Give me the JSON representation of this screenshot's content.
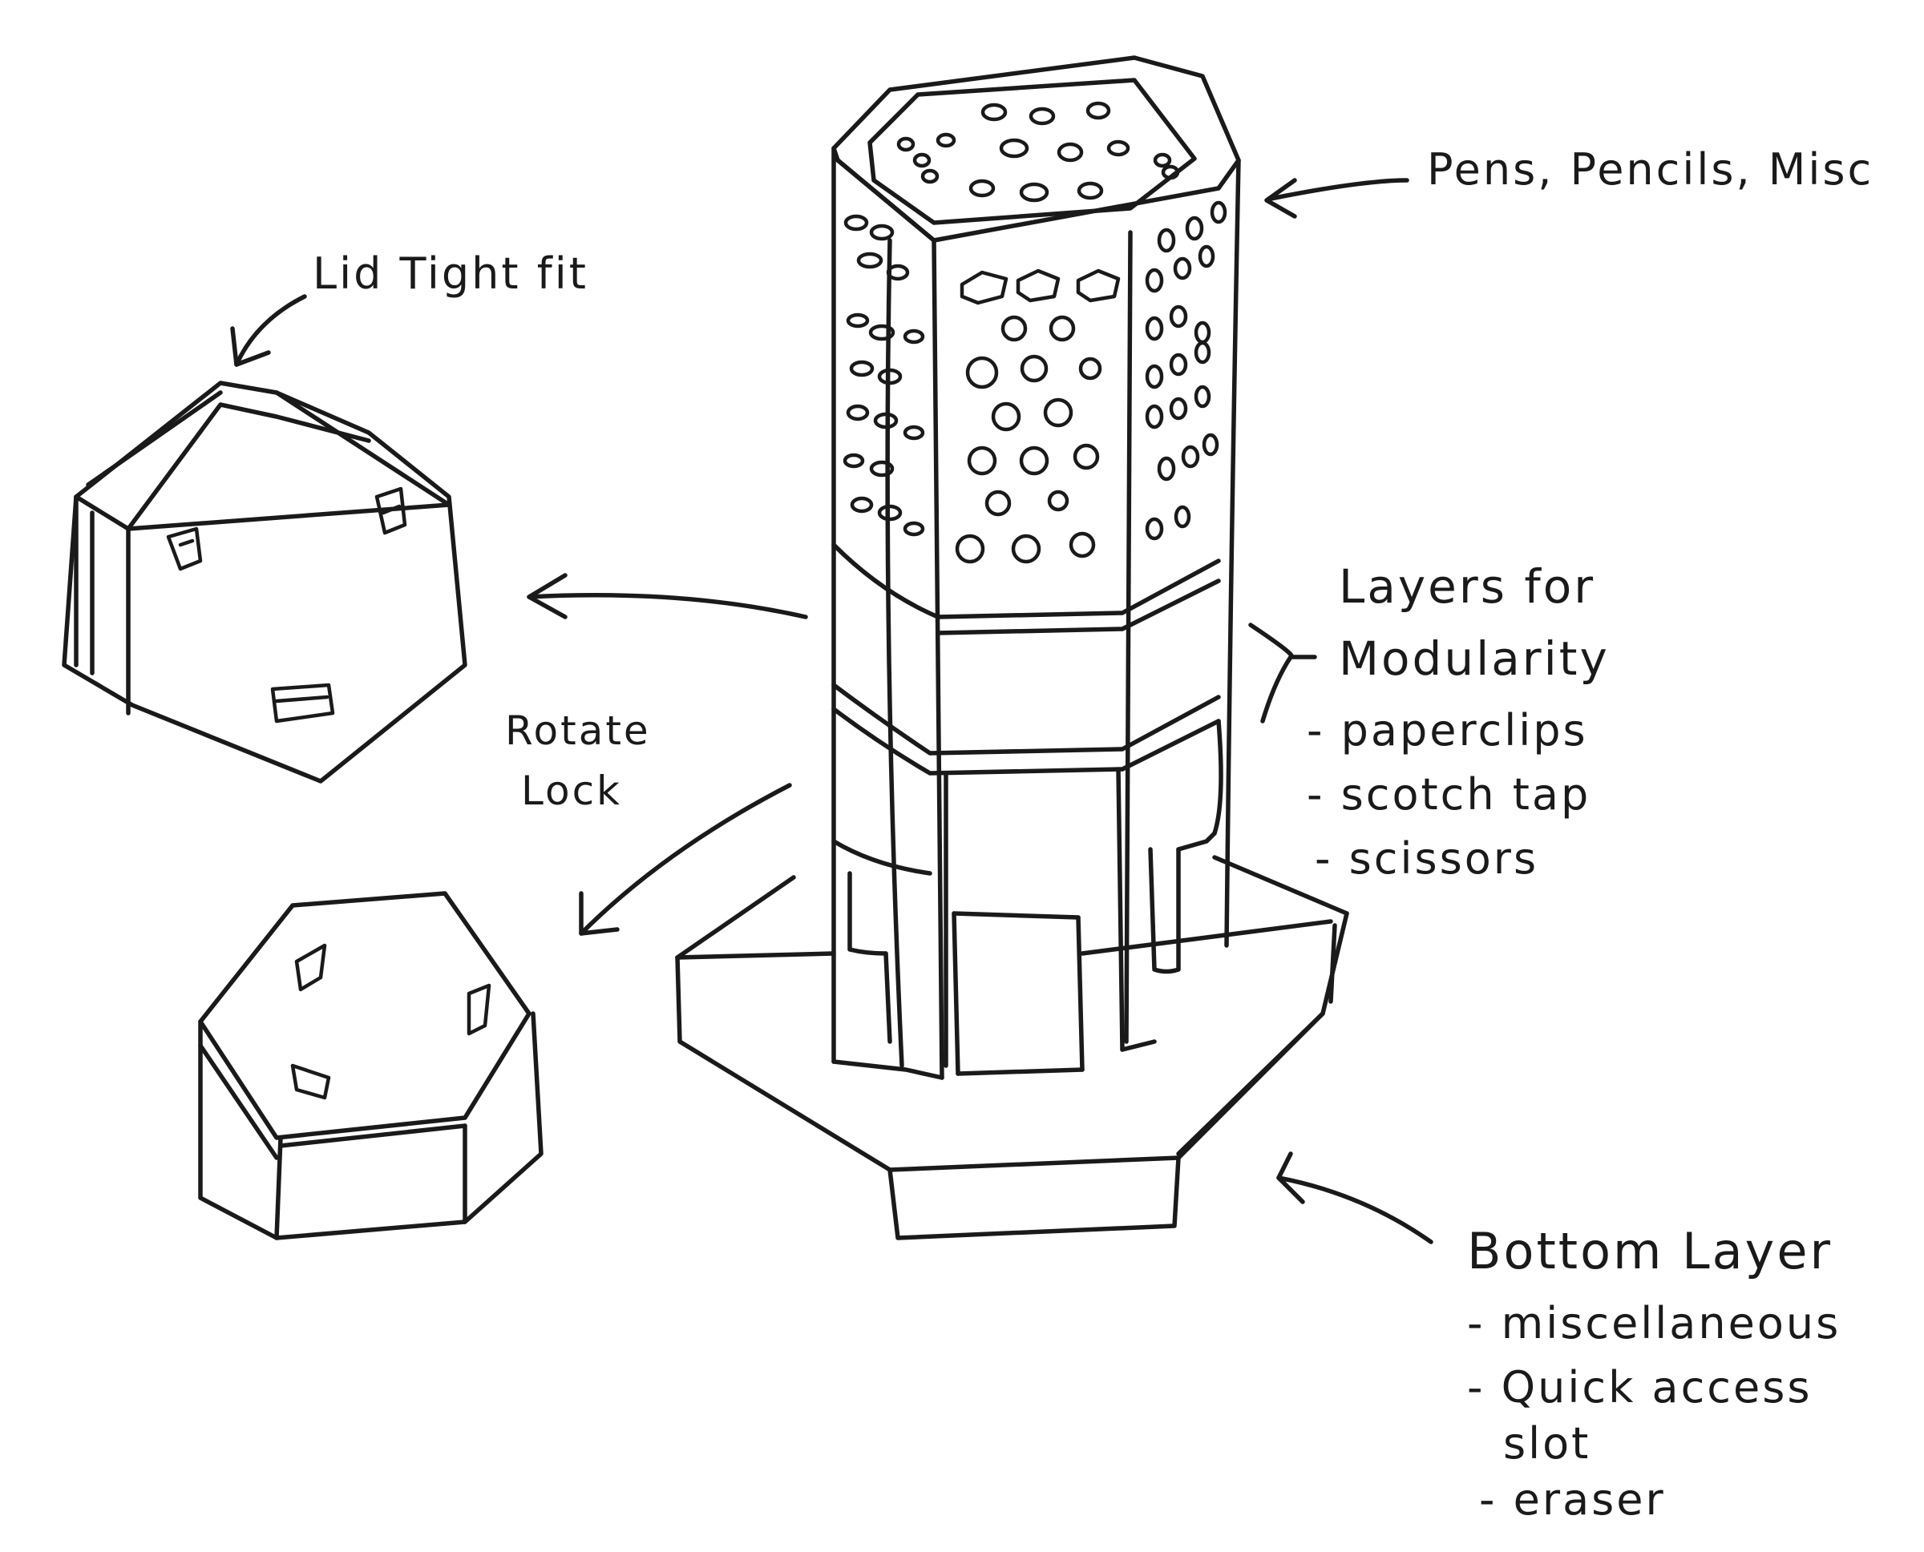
{
  "labels": {
    "pens": "Pens, Pencils, Misc",
    "lid": "Lid Tight fit",
    "layers_title_1": "Layers for",
    "layers_title_2": "Modularity",
    "layers_items": [
      "- paperclips",
      "- scotch tap",
      "- scissors"
    ],
    "rotate_1": "Rotate",
    "rotate_2": "Lock",
    "bottom_title": "Bottom Layer",
    "bottom_items": [
      "- miscellaneous",
      "- Quick access",
      "slot",
      "- eraser"
    ]
  }
}
